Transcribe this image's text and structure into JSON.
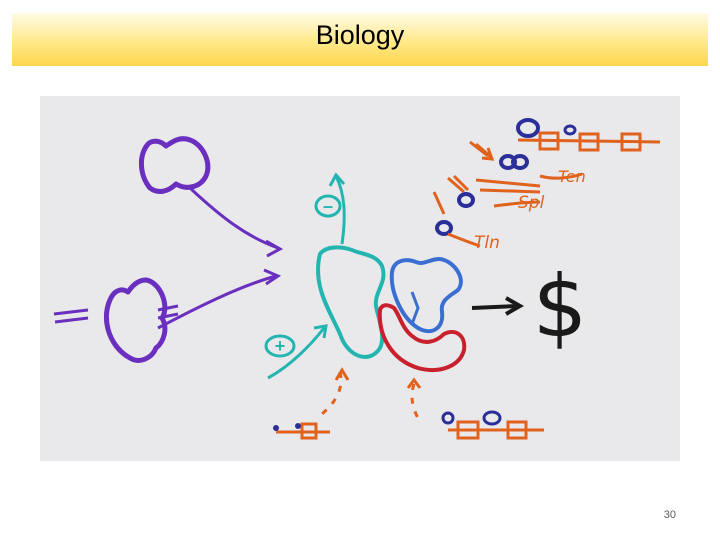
{
  "slide": {
    "title": "Biology",
    "slide_number": "30"
  },
  "drawing": {
    "labels": {
      "minus": "–",
      "plus": "+",
      "dollar": "$",
      "ten": "Ten",
      "spl": "Spl",
      "tln": "Tln"
    },
    "colors": {
      "purple": "#6a2fbf",
      "teal": "#25b5b0",
      "blue": "#3a6fd1",
      "red": "#c8202c",
      "orange": "#e0621c",
      "navy": "#2a2f9a",
      "black": "#1a1a1a"
    }
  }
}
